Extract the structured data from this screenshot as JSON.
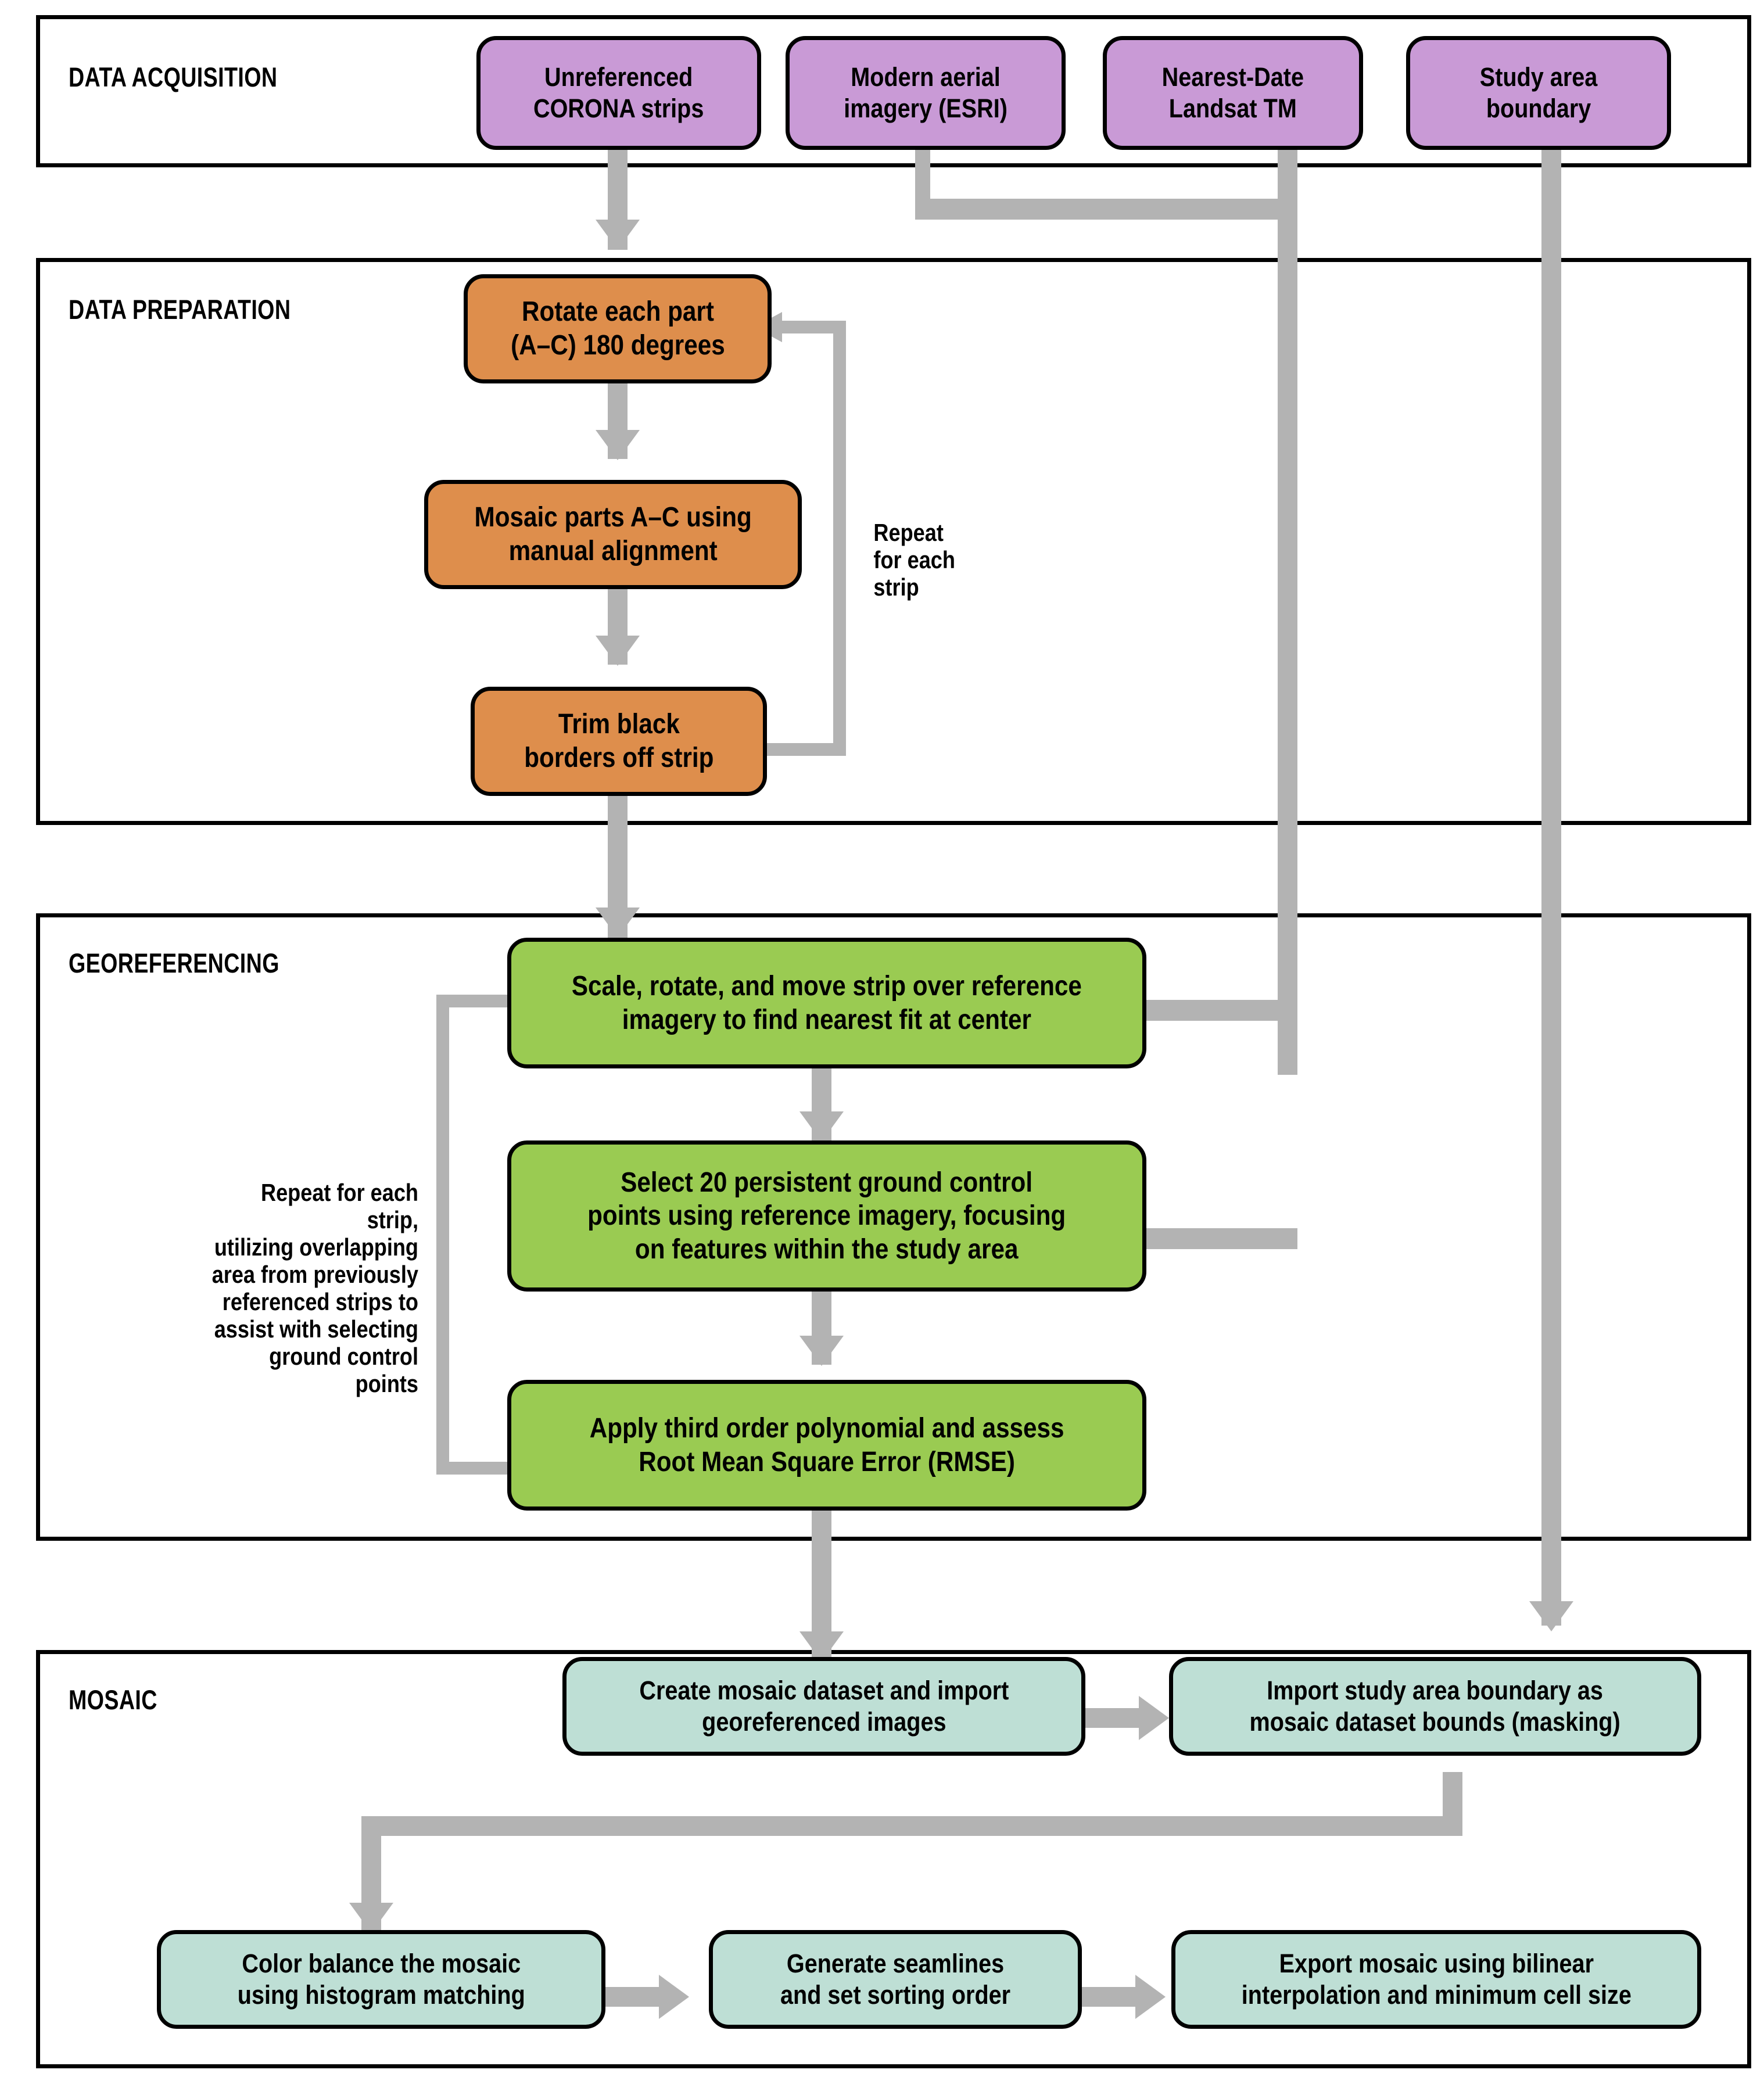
{
  "figure": {
    "type": "flowchart",
    "title": "CORONA imagery georeferencing and mosaicking workflow",
    "colors": {
      "acquisition": "#c99ad6",
      "preparation": "#de8e4c",
      "georeferencing": "#9acb52",
      "mosaic": "#bedfd5",
      "connector": "#b3b3b3",
      "outline": "#000000",
      "background": "#ffffff"
    }
  },
  "sections": [
    {
      "id": "data-acquisition",
      "label": "DATA ACQUISITION"
    },
    {
      "id": "data-preparation",
      "label": "DATA PREPARATION"
    },
    {
      "id": "georeferencing",
      "label": "GEOREFERENCING"
    },
    {
      "id": "mosaic",
      "label": "MOSAIC"
    }
  ],
  "nodes": {
    "acquisition": [
      {
        "id": "corona-strips",
        "label": "Unreferenced\nCORONA strips"
      },
      {
        "id": "aerial-imagery",
        "label": "Modern aerial\nimagery (ESRI)"
      },
      {
        "id": "landsat-tm",
        "label": "Nearest-Date\nLandsat TM"
      },
      {
        "id": "study-boundary",
        "label": "Study area\nboundary"
      }
    ],
    "preparation": [
      {
        "id": "rotate-parts",
        "label": "Rotate each part\n(A–C) 180 degrees"
      },
      {
        "id": "mosaic-parts",
        "label": "Mosaic parts A–C using\nmanual alignment"
      },
      {
        "id": "trim-borders",
        "label": "Trim black\nborders off strip"
      }
    ],
    "georeferencing": [
      {
        "id": "scale-rotate-move",
        "label": "Scale, rotate, and move strip over reference\nimagery to find nearest fit at center"
      },
      {
        "id": "select-gcps",
        "label": "Select 20 persistent ground control\npoints using reference imagery, focusing\non features within the study area"
      },
      {
        "id": "apply-polynomial",
        "label": "Apply third order polynomial and assess\nRoot Mean Square Error (RMSE)"
      }
    ],
    "mosaic": [
      {
        "id": "create-mosaic-dataset",
        "label": "Create mosaic dataset and import\ngeoreferenced images"
      },
      {
        "id": "import-boundary",
        "label": "Import study area boundary as\nmosaic dataset bounds (masking)"
      },
      {
        "id": "color-balance",
        "label": "Color balance the mosaic\nusing histogram matching"
      },
      {
        "id": "generate-seamlines",
        "label": "Generate seamlines\nand set sorting order"
      },
      {
        "id": "export-mosaic",
        "label": "Export mosaic using bilinear\ninterpolation and minimum cell size"
      }
    ]
  },
  "annotations": [
    {
      "id": "repeat-each-strip",
      "text": "Repeat\nfor each\nstrip"
    },
    {
      "id": "repeat-each-strip-gcp",
      "text": "Repeat for each strip,\nutilizing overlapping\narea from previously\nreferenced strips to\nassist with selecting\nground control points"
    }
  ]
}
